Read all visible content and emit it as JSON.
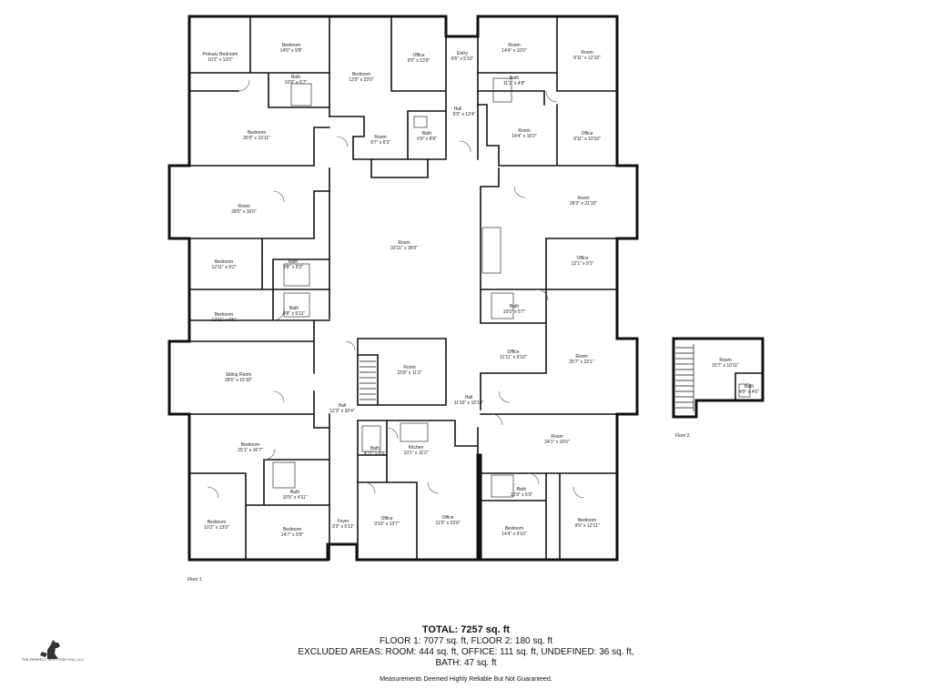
{
  "floors": {
    "floor1": "Floor 1",
    "floor2": "Floor 2"
  },
  "rooms": {
    "r01": {
      "name": "Primary Bedroom",
      "dim": "10'2\" x 13'0\""
    },
    "r02": {
      "name": "Bedroom",
      "dim": "14'5\" x 9'8\""
    },
    "r03": {
      "name": "Bath",
      "dim": "10'8\" x 5'7\""
    },
    "r04": {
      "name": "Bedroom",
      "dim": "25'0\" x 16'11\""
    },
    "r05": {
      "name": "Bedroom",
      "dim": "13'9\" x 23'0\""
    },
    "r06": {
      "name": "Office",
      "dim": "9'5\" x 13'9\""
    },
    "r07": {
      "name": "Entry",
      "dim": "9'6\" x 5'10\""
    },
    "r08": {
      "name": "Hall",
      "dim": "5'6\" x 12'4\""
    },
    "r09": {
      "name": "Room",
      "dim": "9'7\" x 6'3\""
    },
    "r10": {
      "name": "Bath",
      "dim": "6'9\" x 8'8\""
    },
    "r11": {
      "name": "Room",
      "dim": "14'4\" x 10'0\""
    },
    "r12": {
      "name": "Room",
      "dim": "9'11\" x 12'10\""
    },
    "r13": {
      "name": "Bath",
      "dim": "11'1\" x 4'8\""
    },
    "r14": {
      "name": "Room",
      "dim": "14'4\" x 16'2\""
    },
    "r15": {
      "name": "Office",
      "dim": "9'11\" x 10'10\""
    },
    "r16": {
      "name": "Room",
      "dim": "28'5\" x 16'0\""
    },
    "r17": {
      "name": "Room",
      "dim": "28'3\" x 21'10\""
    },
    "r18": {
      "name": "Room",
      "dim": "33'11\" x 35'0\""
    },
    "r19": {
      "name": "Bedroom",
      "dim": "12'11\" x 9'2\""
    },
    "r20": {
      "name": "Bath",
      "dim": "9'8\" x 5'3\""
    },
    "r21": {
      "name": "Office",
      "dim": "12'1\" x 9'1\""
    },
    "r22": {
      "name": "Bedroom",
      "dim": "12'11\" x 9'5\""
    },
    "r23": {
      "name": "Bath",
      "dim": "9'8\" x 5'11\""
    },
    "r24": {
      "name": "Bath",
      "dim": "10'0\" x 5'7\""
    },
    "r25": {
      "name": "Sitting Room",
      "dim": "28'6\" x 15'10\""
    },
    "r26": {
      "name": "Room",
      "dim": "15'8\" x 11'3\""
    },
    "r27": {
      "name": "Office",
      "dim": "11'11\" x 9'10\""
    },
    "r28": {
      "name": "Room",
      "dim": "25'7\" x 22'1\""
    },
    "r29": {
      "name": "Hall",
      "dim": "12'3\" x 30'4\""
    },
    "r30": {
      "name": "Hall",
      "dim": "11'10\" x 16'10\""
    },
    "r31": {
      "name": "Bedroom",
      "dim": "25'1\" x 16'7\""
    },
    "r32": {
      "name": "Bath",
      "dim": "4'11\" x 8'6\""
    },
    "r33": {
      "name": "Kitchen",
      "dim": "10'1\" x 11'2\""
    },
    "r34": {
      "name": "Room",
      "dim": "24'1\" x 16'6\""
    },
    "r35": {
      "name": "Bath",
      "dim": "10'5\" x 4'11\""
    },
    "r36": {
      "name": "Bath",
      "dim": "10'9\" x 5'0\""
    },
    "r37": {
      "name": "Bedroom",
      "dim": "10'2\" x 13'0\""
    },
    "r38": {
      "name": "Bedroom",
      "dim": "14'7\" x 9'9\""
    },
    "r39": {
      "name": "Foyer",
      "dim": "3'3\" x 5'11\""
    },
    "r40": {
      "name": "Office",
      "dim": "9'10\" x 13'7\""
    },
    "r41": {
      "name": "Office",
      "dim": "11'5\" x 23'0\""
    },
    "r42": {
      "name": "Bedroom",
      "dim": "14'4\" x 9'10\""
    },
    "r43": {
      "name": "Bedroom",
      "dim": "9'5\" x 12'11\""
    },
    "r44": {
      "name": "Room",
      "dim": "15'7\" x 10'11\""
    },
    "r45": {
      "name": "Bath",
      "dim": "4'9\" x 4'6\""
    }
  },
  "summary": {
    "total": "TOTAL: 7257 sq. ft",
    "line1": "FLOOR 1: 7077 sq. ft, FLOOR 2: 180 sq. ft",
    "line2": "EXCLUDED AREAS: ROOM: 444 sq. ft, OFFICE: 111 sq. ft, UNDEFINED: 36 sq. ft,",
    "line3": "BATH: 47 sq. ft",
    "disclaimer": "Measurements Deemed Highly Reliable But Not Guaranteed."
  },
  "logo": {
    "text": "THE PERFECT SPOT FOR YOU, LLC",
    "icon": "dog-icon"
  }
}
